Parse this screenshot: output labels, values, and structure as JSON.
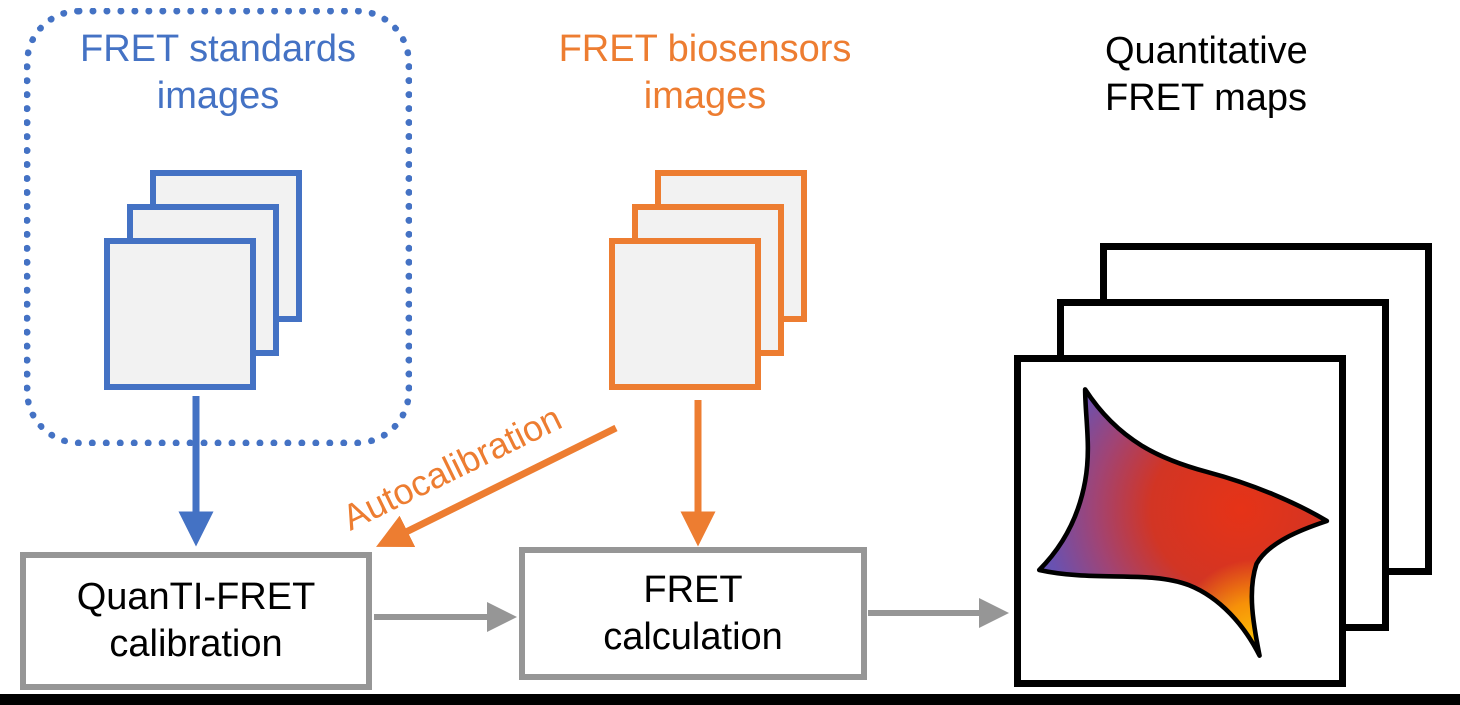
{
  "standards": {
    "line1": "FRET standards",
    "line2": "images"
  },
  "biosensors": {
    "line1": "FRET biosensors",
    "line2": "images"
  },
  "maps": {
    "line1": "Quantitative",
    "line2": "FRET maps"
  },
  "autocalibration": {
    "label": "Autocalibration"
  },
  "calibration_box": {
    "line1": "QuanTI-FRET",
    "line2": "calibration"
  },
  "calculation_box": {
    "line1": "FRET",
    "line2": "calculation"
  },
  "colors": {
    "standards_blue": "#4472C4",
    "biosensors_orange": "#ED7D31",
    "process_gray": "#969696",
    "maps_black": "#000000",
    "cell_gradient_blue": "#4D59C4",
    "cell_gradient_red": "#E63317",
    "cell_gradient_yellow": "#FFC400"
  }
}
